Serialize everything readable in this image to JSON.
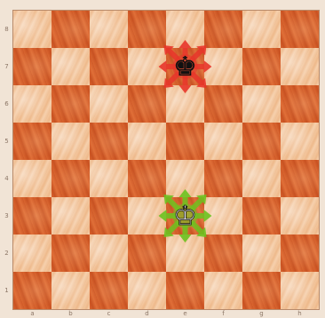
{
  "board": {
    "ranks": [
      "8",
      "7",
      "6",
      "5",
      "4",
      "3",
      "2",
      "1"
    ],
    "files": [
      "a",
      "b",
      "c",
      "d",
      "e",
      "f",
      "g",
      "h"
    ]
  },
  "pieces": [
    {
      "name": "black-king",
      "square": "e7",
      "glyph": "♚",
      "color": "#111111"
    },
    {
      "name": "white-king",
      "square": "e3",
      "glyph": "♔",
      "color": "#f5f5f5"
    }
  ],
  "arrows": {
    "black_moves_color": "#e8352a",
    "white_moves_color": "#6cc21f"
  }
}
